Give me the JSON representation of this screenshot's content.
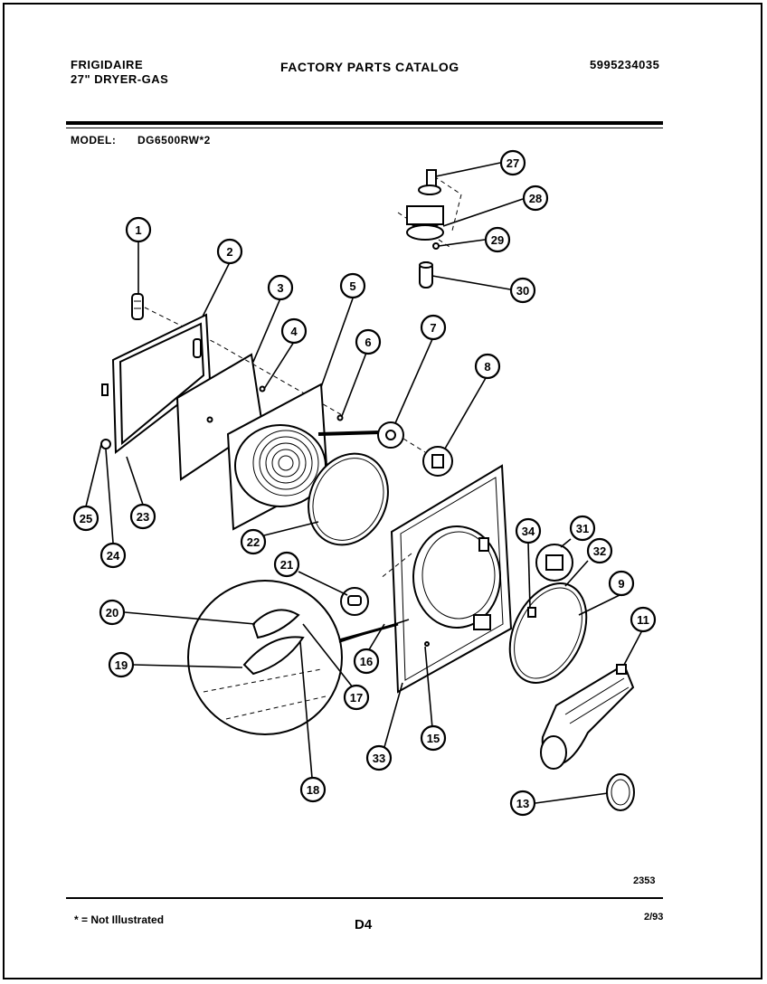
{
  "header": {
    "brand": "FRIGIDAIRE",
    "product": "27\" DRYER-GAS",
    "catalog_title": "FACTORY PARTS CATALOG",
    "catalog_number": "5995234035",
    "model_label": "MODEL:",
    "model_value": "DG6500RW*2"
  },
  "callouts": [
    "1",
    "2",
    "3",
    "4",
    "5",
    "6",
    "7",
    "8",
    "9",
    "11",
    "13",
    "15",
    "16",
    "17",
    "18",
    "19",
    "20",
    "21",
    "22",
    "23",
    "24",
    "25",
    "27",
    "28",
    "29",
    "30",
    "31",
    "32",
    "33",
    "34"
  ],
  "footer": {
    "diagram_number": "2353",
    "note": "* = Not Illustrated",
    "page_code": "D4",
    "date": "2/93"
  }
}
